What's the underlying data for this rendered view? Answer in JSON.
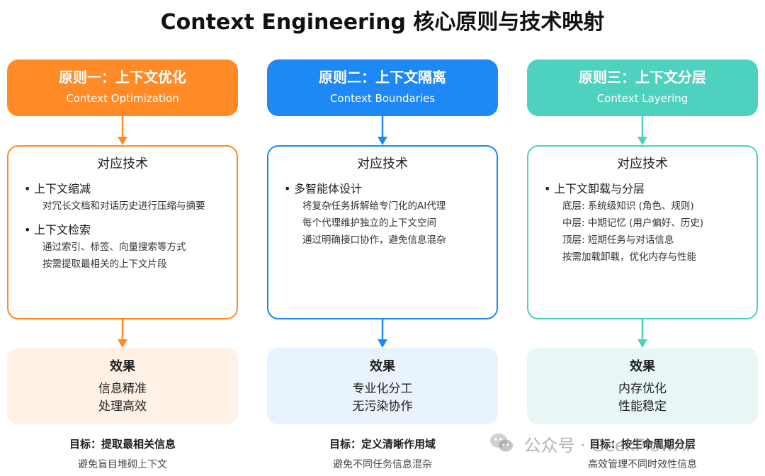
{
  "title": "Context Engineering 核心原则与技术映射",
  "columns": [
    {
      "header_title": "原则一：上下文优化",
      "header_sub": "Context Optimization",
      "tech_head": "对应技术",
      "groups": [
        {
          "title": "上下文缩减",
          "lines": [
            "对冗长文档和对话历史进行压缩与摘要"
          ]
        },
        {
          "title": "上下文检索",
          "lines": [
            "通过索引、标签、向量搜索等方式",
            "按需提取最相关的上下文片段"
          ]
        }
      ],
      "effect_head": "效果",
      "effect_lines": [
        "信息精准",
        "处理高效"
      ],
      "goal": "目标：提取最相关信息",
      "note": "避免盲目堆砌上下文",
      "colors": {
        "accent": "#FF8A26",
        "effect_bg": "#FFF1E6"
      }
    },
    {
      "header_title": "原则二：上下文隔离",
      "header_sub": "Context Boundaries",
      "tech_head": "对应技术",
      "groups": [
        {
          "title": "多智能体设计",
          "lines": [
            "将复杂任务拆解给专门化的AI代理",
            "每个代理维护独立的上下文空间",
            "通过明确接口协作，避免信息混杂"
          ]
        }
      ],
      "effect_head": "效果",
      "effect_lines": [
        "专业化分工",
        "无污染协作"
      ],
      "goal": "目标：定义清晰作用域",
      "note": "避免不同任务信息混杂",
      "colors": {
        "accent": "#1E88F5",
        "effect_bg": "#E8F3FD"
      }
    },
    {
      "header_title": "原则三：上下文分层",
      "header_sub": "Context Layering",
      "tech_head": "对应技术",
      "groups": [
        {
          "title": "上下文卸载与分层",
          "lines": [
            "底层: 系统级知识 (角色、规则)",
            "中层: 中期记忆 (用户偏好、历史)",
            "顶层: 短期任务与对话信息",
            "按需加载卸载，优化内存与性能"
          ]
        }
      ],
      "effect_head": "效果",
      "effect_lines": [
        "内存优化",
        "性能稳定"
      ],
      "goal": "目标：按生命周期分层",
      "note": "高效管理不同时效性信息",
      "colors": {
        "accent": "#4FD1C0",
        "effect_bg": "#E8F7F5"
      }
    }
  ],
  "watermark": "公众号 · GeekFlowAI",
  "icons": {
    "bullet": "bullet-icon",
    "arrow": "arrow-down-icon",
    "wechat": "wechat-icon"
  }
}
